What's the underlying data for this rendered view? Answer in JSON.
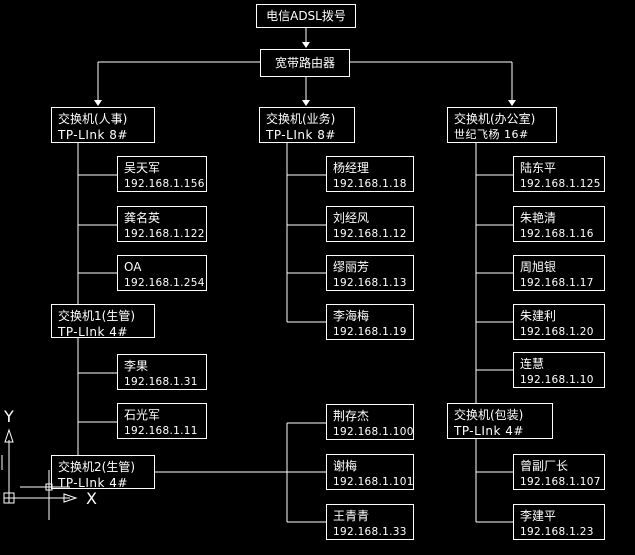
{
  "top": {
    "isp": "电信ADSL拨号",
    "router": "宽带路由器"
  },
  "columns": [
    {
      "switch": {
        "name": "交换机(人事)",
        "model": "TP-LInk 8#"
      },
      "hosts": [
        {
          "name": "吴天军",
          "ip": "192.168.1.156"
        },
        {
          "name": "龚名英",
          "ip": "192.168.1.122"
        },
        {
          "name": "OA",
          "ip": "192.168.1.254"
        }
      ]
    },
    {
      "switch": {
        "name": "交换机(业务)",
        "model": "TP-LInk 8#"
      },
      "hosts": [
        {
          "name": "杨经理",
          "ip": "192.168.1.18"
        },
        {
          "name": "刘经风",
          "ip": "192.168.1.12"
        },
        {
          "name": "缪丽芳",
          "ip": "192.168.1.13"
        },
        {
          "name": "李海梅",
          "ip": "192.168.1.19"
        }
      ]
    },
    {
      "switch": {
        "name": "交换机(办公室)",
        "model": "世纪飞杨 16#"
      },
      "hosts": [
        {
          "name": "陆东平",
          "ip": "192.168.1.125"
        },
        {
          "name": "朱艳清",
          "ip": "192.168.1.16"
        },
        {
          "name": "周旭银",
          "ip": "192.168.1.17"
        },
        {
          "name": "朱建利",
          "ip": "192.168.1.20"
        },
        {
          "name": "连慧",
          "ip": "192.168.1.10"
        }
      ]
    }
  ],
  "sub_switches": [
    {
      "switch": {
        "name": "交换机1(生管)",
        "model": "TP-LInk 4#"
      },
      "hosts": [
        {
          "name": "李果",
          "ip": "192.168.1.31"
        },
        {
          "name": "石光军",
          "ip": "192.168.1.11"
        }
      ]
    },
    {
      "switch": {
        "name": "交换机2(生管)",
        "model": "TP-LInk 4#"
      },
      "hosts": [
        {
          "name": "荆存杰",
          "ip": "192.168.1.100"
        },
        {
          "name": "谢梅",
          "ip": "192.168.1.101"
        },
        {
          "name": "王青青",
          "ip": "192.168.1.33"
        }
      ]
    },
    {
      "switch": {
        "name": "交换机(包装)",
        "model": "TP-LInk 4#"
      },
      "hosts": [
        {
          "name": "曾副厂长",
          "ip": "192.168.1.107"
        },
        {
          "name": "李建平",
          "ip": "192.168.1.23"
        }
      ]
    }
  ],
  "ucs": {
    "x_label": "X",
    "y_label": "Y"
  },
  "colors": {
    "background": "#000000",
    "line": "#ffffff"
  }
}
